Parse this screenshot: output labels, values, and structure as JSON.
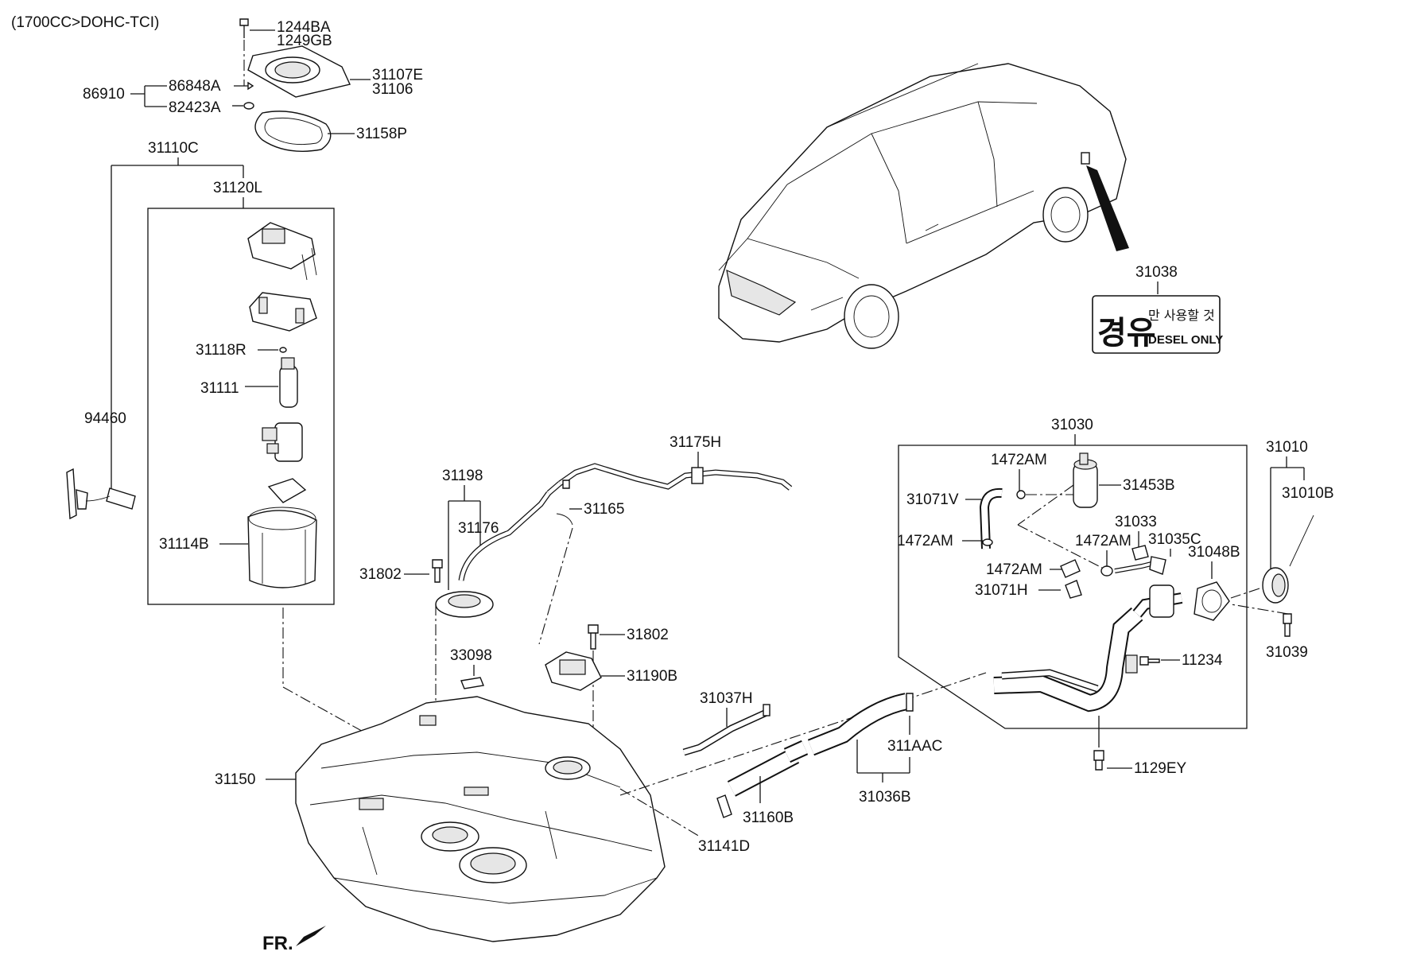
{
  "header": {
    "engine_note": "(1700CC>DOHC-TCI)"
  },
  "front_indicator": "FR.",
  "decal": {
    "korean_big": "경유",
    "korean_small": "만 사용할 것",
    "english": "DESEL ONLY"
  },
  "labels": {
    "p1244BA": "1244BA",
    "p1249GB": "1249GB",
    "p31107E": "31107E",
    "p31106": "31106",
    "p86910": "86910",
    "p86848A": "86848A",
    "p82423A": "82423A",
    "p31158P": "31158P",
    "p31110C": "31110C",
    "p31120L": "31120L",
    "p31118R": "31118R",
    "p31111": "31111",
    "p94460": "94460",
    "p31114B": "31114B",
    "p31802a": "31802",
    "p31802b": "31802",
    "p31198": "31198",
    "p31176": "31176",
    "p31165": "31165",
    "p31175H": "31175H",
    "p33098": "33098",
    "p31190B": "31190B",
    "p31150": "31150",
    "p31037H": "31037H",
    "p31160B": "31160B",
    "p31141D": "31141D",
    "p311AAC": "311AAC",
    "p31036B": "31036B",
    "p1129EY": "1129EY",
    "p11234": "11234",
    "p31039": "31039",
    "p31030": "31030",
    "p31010": "31010",
    "p31010B": "31010B",
    "p1472AMa": "1472AM",
    "p1472AMb": "1472AM",
    "p1472AMc": "1472AM",
    "p1472AMd": "1472AM",
    "p31453B": "31453B",
    "p31071V": "31071V",
    "p31033": "31033",
    "p31035C": "31035C",
    "p31048B": "31048B",
    "p31071H": "31071H",
    "p31038": "31038"
  }
}
